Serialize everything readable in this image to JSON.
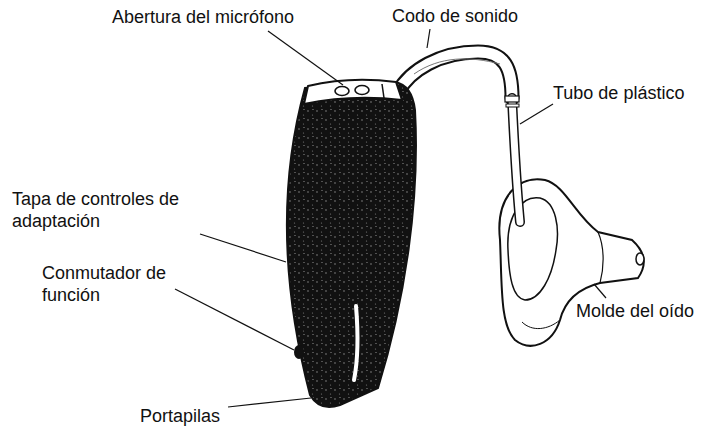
{
  "diagram": {
    "labels": [
      "Abertura del micrófono",
      "Codo de sonido",
      "Tubo de plástico",
      "Tapa de controles de adaptación",
      "Conmutador de función",
      "Portapilas",
      "Molde del oído"
    ]
  }
}
